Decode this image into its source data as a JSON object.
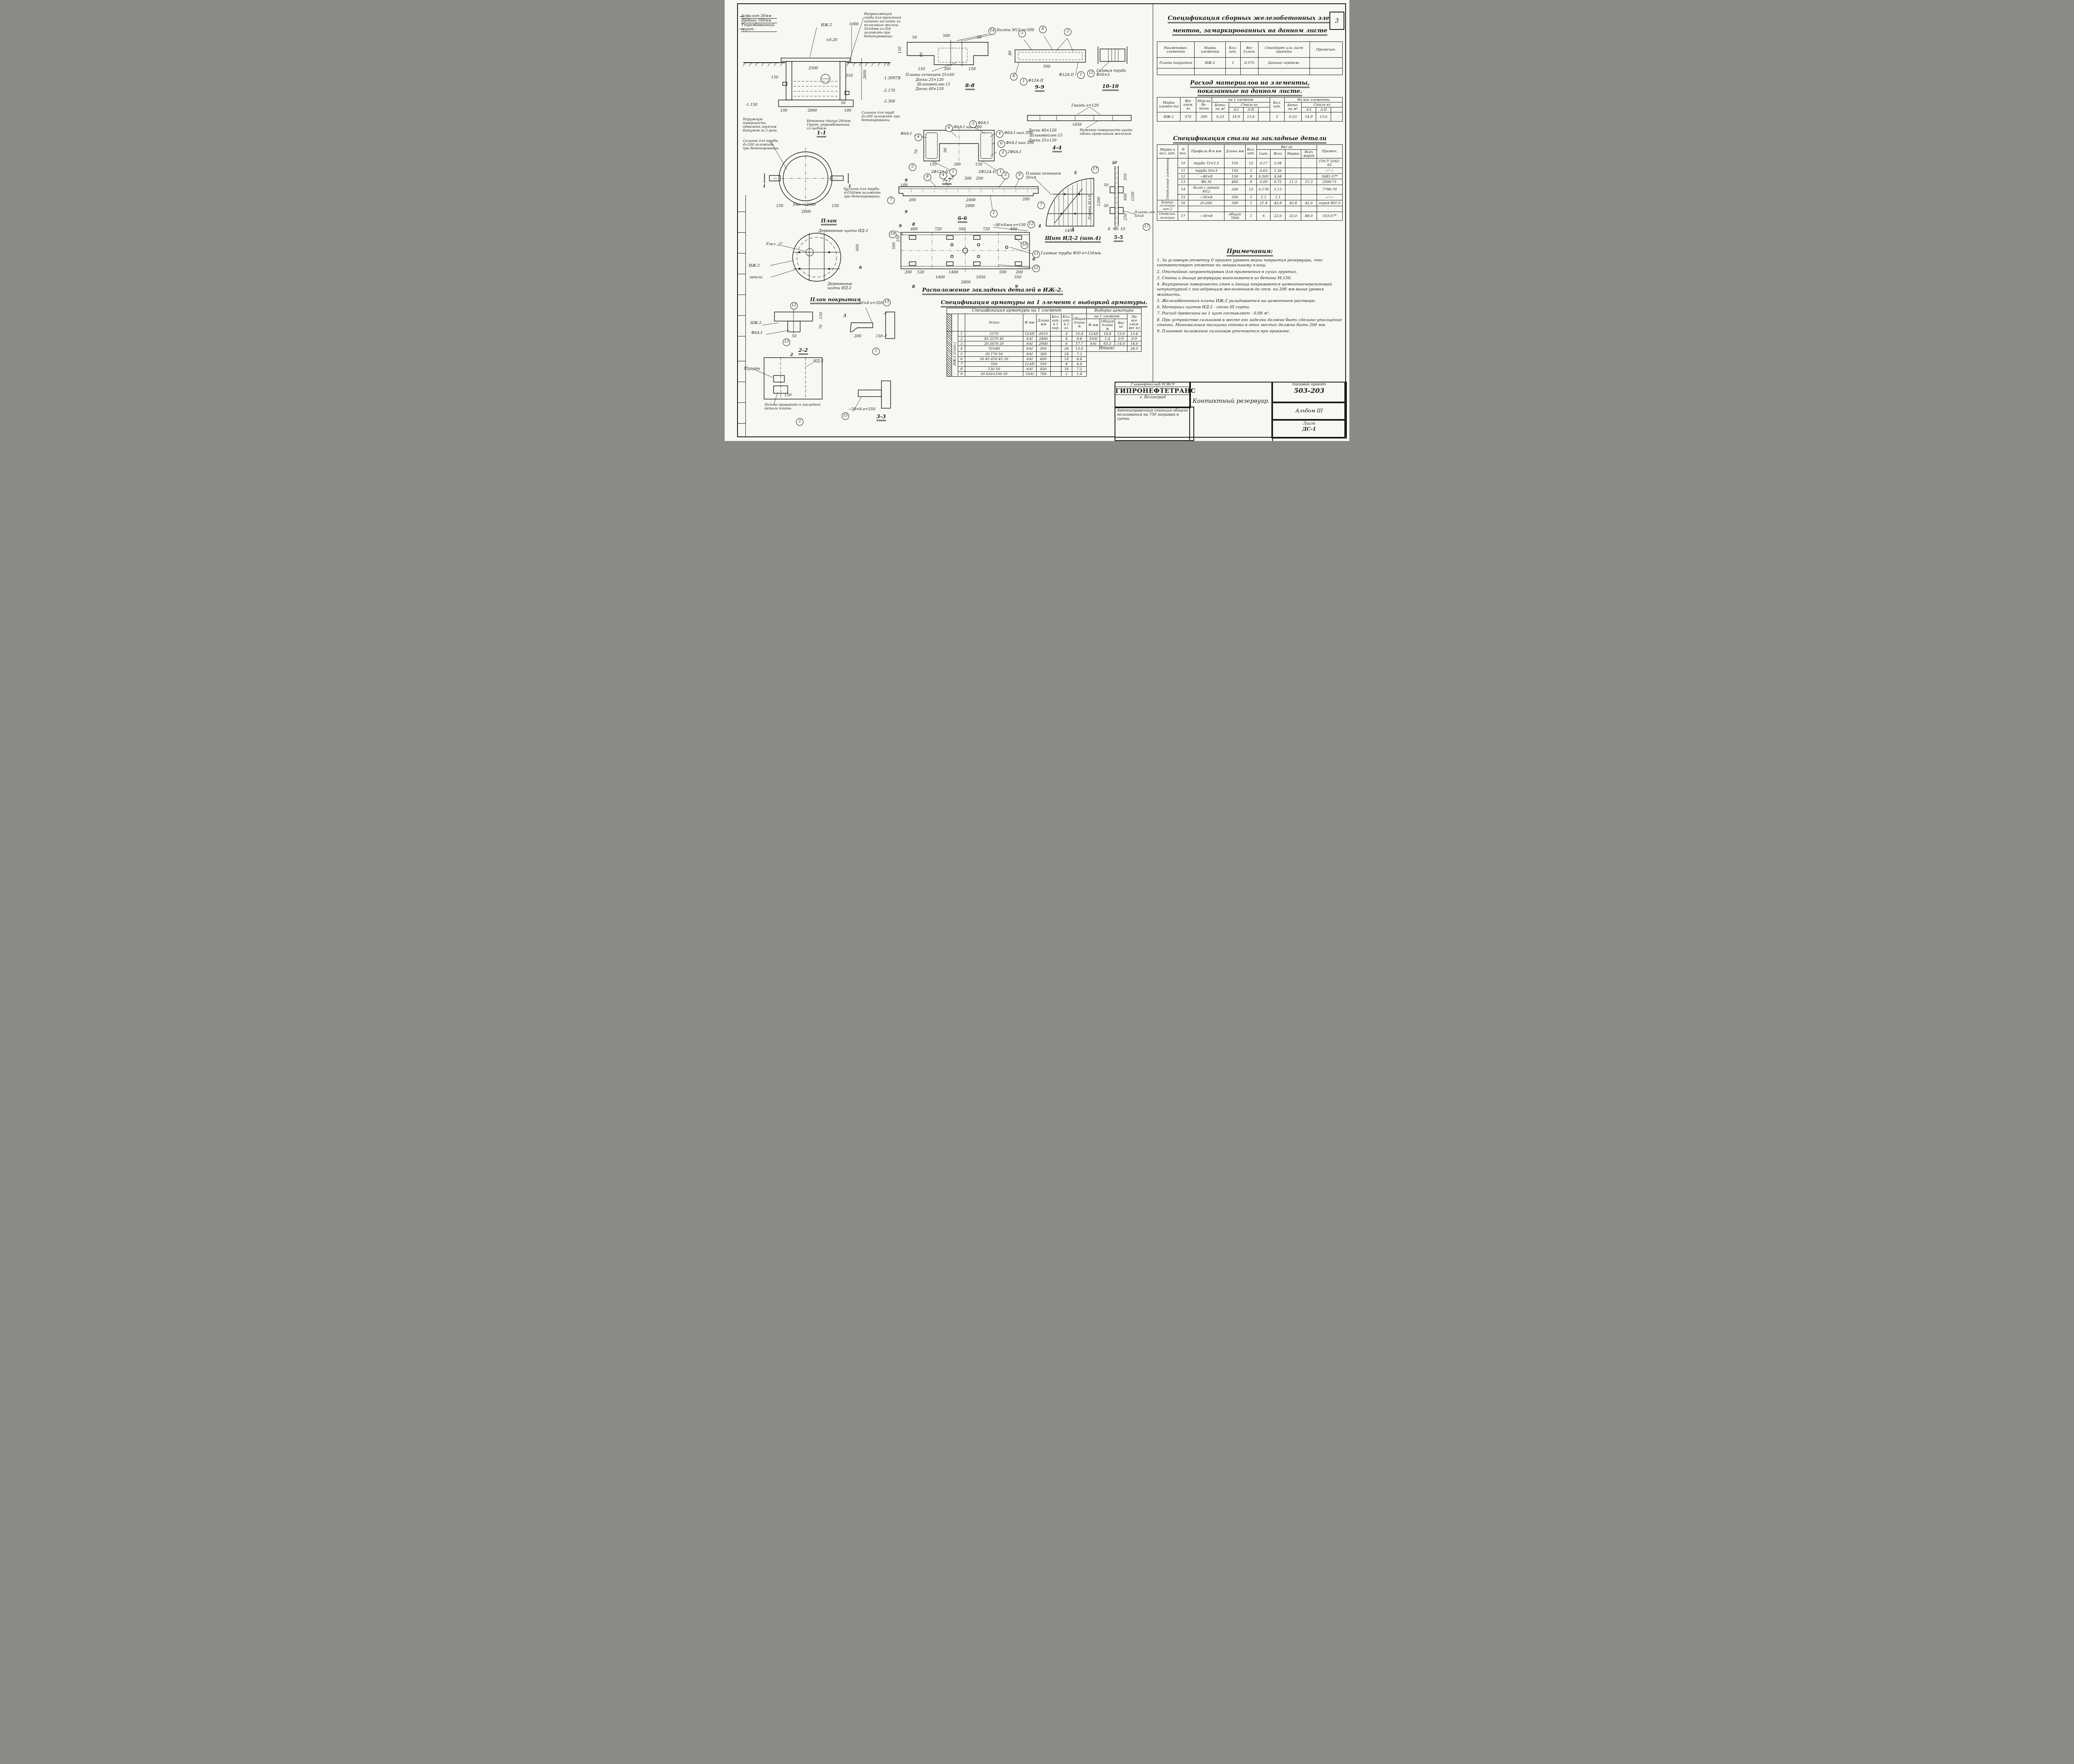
{
  "sheet": {
    "number": "3"
  },
  "headings": {
    "spec1a": "Спецификация сборных железобетонных эле-",
    "spec1b": "ментов, замаркированных на данном листе",
    "mat_a": "Расход материалов на элементы,",
    "mat_b": "показанные на данном листе.",
    "steel": "Спецификация стали на закладные детали",
    "arm": "Спецификация арматуры на 1 элемент с выборкой арматуры.",
    "notes": "Примечания:"
  },
  "spec_table": {
    "h": [
      "Наименован. элемента",
      "Марка элемента",
      "Кол. шт.",
      "Вес 1элем.",
      "Стандарт или лист проекта",
      "Примечан."
    ],
    "r": [
      "Плита покрытия",
      "ИЖ-2",
      "1",
      "0.575",
      "Данный чертеж.",
      ""
    ]
  },
  "mat_table": {
    "h_marka": "Марка элемен-та",
    "h_ves": "Вес элем. кг",
    "h_mbet": "Мар-ка бе-тона",
    "g1": "на 1 элемент",
    "g2": "На все элементы",
    "h_bet": "Бето-на м³",
    "h_stal": "Сталь кг",
    "a1": "А-I",
    "a2": "А-II",
    "h_kol": "Кол. шт.",
    "r": [
      "ИЖ-2",
      "575",
      "200",
      "0.23",
      "14.9",
      "13.6",
      "",
      "1",
      "0.23",
      "14.9",
      "13.6",
      ""
    ]
  },
  "steel_table": {
    "h_marka": "Марка и кол. шт.",
    "h_poz": "N поз.",
    "h_prof": "Профиль Ф в мм",
    "h_dl": "Длина мм",
    "h_kol": "Кол. шт.",
    "h_ves": "Вес кг",
    "h_1": "1шт.",
    "h_vs": "Всех",
    "h_mar": "Марки",
    "h_vsm": "Всех марок",
    "h_prim": "Примеч.",
    "g1": "Отдельные элементы",
    "g2": "Корпус сальника шт.2",
    "g3": "Отдельн. позиции",
    "rows": [
      [
        "10",
        "труба 15×2.5",
        "150",
        "12",
        "0.17",
        "2.04",
        "",
        "",
        "ГОСТ 3262-62"
      ],
      [
        "11",
        "труба 50×3",
        "150",
        "2",
        "0.63",
        "1.26",
        "",
        "",
        "—″—"
      ],
      [
        "12",
        "−80×8",
        "150",
        "8",
        "0.505",
        "4.04",
        "",
        "",
        "5681-57*"
      ],
      [
        "13",
        "Ф6 АI",
        "400",
        "8",
        "0.09",
        "0.72",
        "11.3",
        "11.3",
        "2590-71"
      ],
      [
        "14",
        "болт с гайкой М12",
        "200",
        "12",
        "0.178",
        "2.13",
        "",
        "",
        "7796-70"
      ],
      [
        "15",
        "−50×8",
        "350",
        "1",
        "1.1",
        "1.1",
        "",
        "",
        "—″—"
      ],
      [
        "16",
        "d=200",
        "300",
        "1",
        "21.4",
        "42.8",
        "42.8",
        "42.0",
        "серия 901-5"
      ],
      [
        "17",
        "−50×8",
        "общая 7000",
        "1",
        "6",
        "22.0",
        "22.0",
        "88.0",
        "103-57*"
      ]
    ]
  },
  "arm_table": {
    "g_left": "Спецификация арматуры на 1 элемент",
    "g_right": "Выборка арматуры",
    "g_r1": "на 1 элемент",
    "g_r2": "На все элем. вес кг",
    "h_esk": "Эскиз",
    "h_f": "Ф мм",
    "h_dl": "Длина мм",
    "h_k1": "Кол. шт. в 1 кар.",
    "h_k2": "Кол. шт. в 1 эл.",
    "h_ob": "Общая длина м",
    "h_f2": "Ф мм",
    "h_od": "Общая длина м",
    "h_ves": "Вес кг",
    "marka": "ИЖ-2 (1шт.)",
    "itogo": "Итого:",
    "itogo_v": "28.5",
    "rows": [
      [
        "1",
        "2370",
        "12АII",
        "2610",
        "",
        "4",
        "10.4",
        "12АII",
        "14.8",
        "13.6",
        "13.6"
      ],
      [
        "2",
        "45 2370 45",
        "6АI",
        "2460",
        "",
        "4",
        "9.8",
        "10АI",
        "1.4",
        "0.9",
        "0.9"
      ],
      [
        "3",
        "20 2670 20",
        "6АI",
        "2900",
        "",
        "6",
        "17.7",
        "6АI",
        "63.3",
        "14.0",
        "14.0"
      ],
      [
        "4",
        "70×80",
        "6АI",
        "500",
        "",
        "26",
        "13.0",
        "",
        "",
        "",
        ""
      ],
      [
        "5",
        "20 170 50",
        "6АI",
        "300",
        "",
        "24",
        "7.2",
        "",
        "",
        "",
        ""
      ],
      [
        "6",
        "20 45 410 45 20",
        "6АI",
        "600",
        "",
        "14",
        "8.4",
        "",
        "",
        "",
        ""
      ],
      [
        "7",
        "550",
        "12АII",
        "550",
        "",
        "8",
        "4.4",
        "",
        "",
        "",
        ""
      ],
      [
        "8",
        "130 50",
        "6АI",
        "450",
        "",
        "16",
        "7.2",
        "",
        "",
        "",
        ""
      ],
      [
        "9",
        "20 620×100 20",
        "10АI",
        "700",
        "",
        "2",
        "1.4",
        "",
        "",
        "",
        ""
      ]
    ]
  },
  "notes": [
    "1. За условную отметку 0 принят уровень верха покрытия резервуара, что соответствует отметке по генеральному плану.",
    "2. Отстойник запроектирован для применения в сухих грунтах.",
    "3. Стены и днище резервуара выполняются из бетона М.150.",
    "4. Внутренние поверхности стен и днища покрываются цементночерезитовой штукатуркой с последующим железнением до отм. на 200 мм выше уровня жидкости.",
    "5. Железобетонная плита ИЖ-2 укладывается на цементном растворе.",
    "6. Материал щитов ИД-2 - сосна III сорта.",
    "7. Расход древесины на 1 щит составляет - 0.08 м³.",
    "8. При устройстве сальников в месте его заделки должно быть сделано утолщение стенки. Минимальная толщина стенки в этих местах должна быть 200 мм.",
    "9. Плановое положение сальников уточняется при привязке."
  ],
  "tb": {
    "org_top": "Главнефтеснаб РСФСР",
    "org": "ГИПРОНЕФТЕТРАНС",
    "city": "г. Волгоград",
    "desc": "Автозаправочная станция общего пользования на 750 заправок в сутки",
    "title": "Контактный резервуар.",
    "tp": "типовой проект",
    "num": "503-203",
    "album": "Альбом III",
    "list": "Лист",
    "code": "ДС-1"
  },
  "d11": {
    "title": "1-1",
    "l1": "Асфальт-30мм",
    "l2": "Щебень 100мм",
    "l3": "Утрамбованный грунт",
    "izh": "ИЖ-2",
    "d1000": "1000",
    "e020": "+0.20",
    "skoba": "Направляющая скоба для крепления штанги заслонки из полосового железа 50×8мм е=350 заложить при бетонировании.",
    "e0": "0",
    "d2500": "2500",
    "d150": "150",
    "d350": "350",
    "e115": "-1.150",
    "d2600": "2600",
    "ugv": "-1.30УГВ",
    "d50": "50",
    "e217": "-2.170",
    "e230": "-2.300",
    "d100a": "100",
    "d2800": "2800",
    "d100b": "100",
    "saln": "Сальник для труб d=200 заложить при бетонировании.",
    "outer": "Наружную поверхность обмазать горячим битумом за 2 раза.",
    "bottom": "Бетонное днище-200мм. Грунт, утрамбованный со щебнем."
  },
  "dplan": {
    "title": "План",
    "n1": "Сальник для трубы d=200 заложить при бетонировании.",
    "n2": "Сальник для трубы d=200мм заложить при бетонировании.",
    "d150a": "150",
    "dvn": "Dвн = 2500",
    "d150b": "150",
    "d2800": "2800",
    "m1": "1",
    "m2": "1"
  },
  "dcover": {
    "title": "План покрытия",
    "top": "Деревянные щиты ИД-2",
    "uzel": "Узел „2“",
    "izh": "ИЖ-2",
    "petli": "петли",
    "bot": "Деревянные щиты ИД-2",
    "d600": "600",
    "m6": "6"
  },
  "d22": {
    "title": "2-2",
    "izh": "ИЖ-2",
    "f6": "Ф6А-I",
    "c12": "12",
    "c13": "13",
    "d150": "150",
    "d70": "70",
    "d50": "50"
  },
  "du1": {
    "num": "1",
    "lbl": "−50×8 е=350",
    "c15": "15",
    "d200": "200",
    "d150": "150",
    "m3": "3"
  },
  "du2": {
    "num": "2",
    "shur": "Шурупы",
    "ud2": "ИД-2",
    "d150": "150",
    "note": "Петлю приварить к закладной детали плиты.",
    "m2": "2"
  },
  "d33": {
    "title": "3-3",
    "lbl": "−50×8 е=350",
    "c15": "15"
  },
  "d88": {
    "title": "8-8",
    "c14": "14",
    "bolts": "Болты М12 е=200",
    "d50a": "50",
    "d500": "500",
    "d50b": "50",
    "d150l": "150",
    "d90": "90",
    "b1": "150",
    "b2": "300",
    "b3": "150",
    "m1": "Планка сечением 25×60",
    "m2": "Доски 25×120",
    "m3": "Шлаковойлок-15",
    "m4": "Доски 40×120"
  },
  "d99": {
    "title": "9-9",
    "f1": "Ф12А-II",
    "f2": "Ф12А-II",
    "d80": "80",
    "d500": "500",
    "c3a": "3",
    "c8a": "8",
    "c3b": "3",
    "c8b": "8",
    "c1a": "1",
    "c1b": "1"
  },
  "d1010": {
    "title": "10-10",
    "c11": "11",
    "lbl": "Газовая труба Ф50×3"
  },
  "d44": {
    "title": "4-4",
    "gvozdi": "Гвозди е=120",
    "d1450": "1450",
    "m1": "Доски 40×120",
    "m2": "Шлаковойлок-15",
    "m3": "Доски 25×120",
    "note": "Нижнюю поверхность щита обить кровельным железом."
  },
  "d77": {
    "title": "7-7",
    "c4a": "4",
    "t4a": "Ф6А-I",
    "c6a": "6",
    "t6a": "Ф6А-I шаг 200",
    "c3": "3",
    "t3": "Ф6А-I",
    "c4b": "4",
    "t4b": "Ф6А-I шаг 200",
    "c6b": "6",
    "t6b": "Ф6А-I шаг 200",
    "c2": "2",
    "t2": "2Ф6А-I",
    "c5": "5",
    "c1a": "1",
    "t1a": "2Ф12А-II",
    "c1b": "1",
    "t1b": "2Ф12А-II",
    "d80": "80",
    "d70": "70",
    "d90": "90",
    "b1": "150",
    "b2": "300",
    "b3": "150"
  },
  "d66": {
    "title": "6-6",
    "c8": "8",
    "c4": "4",
    "c3": "3",
    "c9": "9",
    "c7a": "7",
    "c7b": "7",
    "c1": "1",
    "d100": "100",
    "d200a": "200",
    "d200b": "200",
    "d2400": "2400",
    "d200c": "200",
    "d2800": "2800",
    "m9a": "9",
    "m9b": "9",
    "m7": "7"
  },
  "dshield": {
    "title": "Щит ИД-2 (шт.4)",
    "planka": "Планка сечением 50×8",
    "planki": "Планки 50×8",
    "d1200": "1200",
    "d1450": "1450",
    "m5a": "5",
    "m5b": "5",
    "m4": "4",
    "c17": "17"
  },
  "d55": {
    "title": "5-5",
    "d80": "80",
    "d350": "350",
    "d600": "600",
    "d1200": "1200",
    "d250": "250",
    "d50a": "50",
    "d50b": "50",
    "d8": "8",
    "d40": "40",
    "d10": "10",
    "lbl": "Планки сеч. 50×8",
    "c17": "17"
  },
  "dlayout": {
    "title": "Расположение закладных деталей в ИЖ-2.",
    "t1": "400",
    "t2": "720",
    "t3": "560",
    "t4": "720",
    "t5": "400",
    "c12a": "12",
    "l12": "−80×8мм е=150",
    "c10a": "10",
    "c10b": "10",
    "c11": "11",
    "l11": "Газовые трубы Ф50 е=150мм.",
    "c12b": "12",
    "b1": "200",
    "b2": "520",
    "b3": "1400",
    "b4": "500",
    "b5": "200",
    "b6": "1400",
    "b7": "1050",
    "b8": "350",
    "b9": "2800",
    "s500": "500",
    "s250": "250",
    "m8a": "8",
    "m8b": "8",
    "m9a": "9",
    "m9b": "9",
    "m6": "6"
  }
}
